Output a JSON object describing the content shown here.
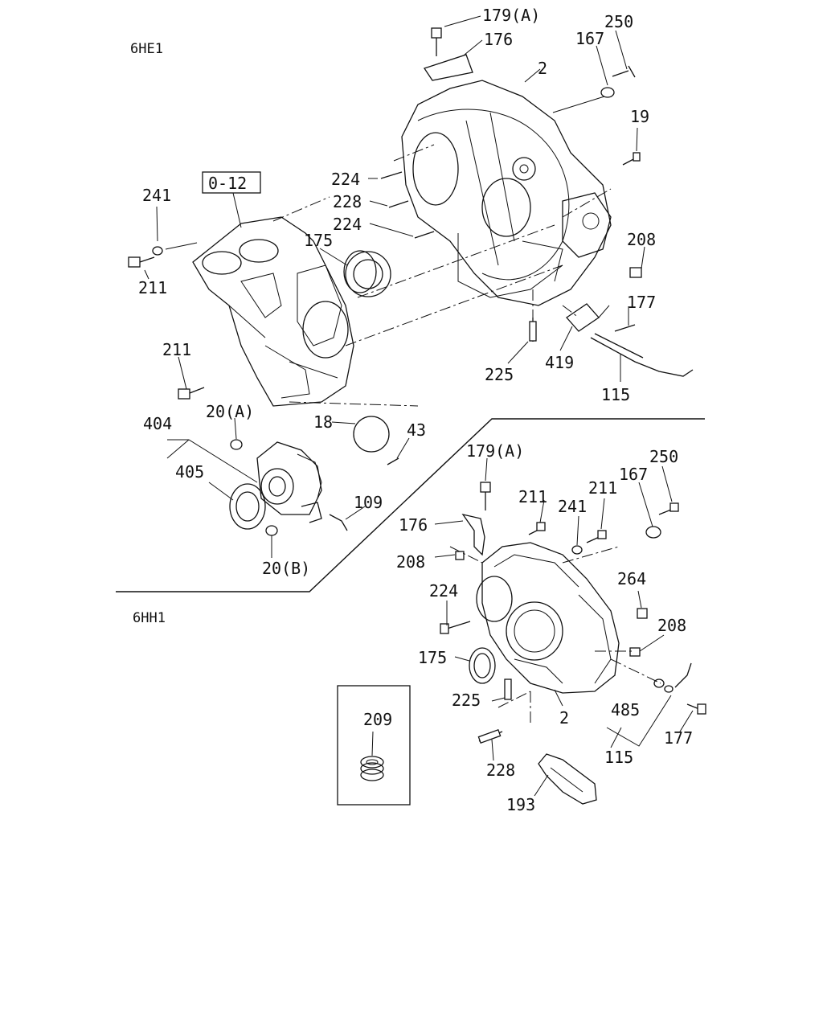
{
  "sections": {
    "upper": "6HE1",
    "lower": "6HH1"
  },
  "ref_box": "0-12",
  "labels": {
    "u_179a": "179(A)",
    "u_176": "176",
    "u_250": "250",
    "u_167": "167",
    "u_2": "2",
    "u_19": "19",
    "u_224a": "224",
    "u_228": "228",
    "u_224b": "224",
    "u_241": "241",
    "u_211a": "211",
    "u_175": "175",
    "u_208": "208",
    "u_177": "177",
    "u_225": "225",
    "u_419": "419",
    "u_115": "115",
    "u_211b": "211",
    "u_20a": "20(A)",
    "u_18": "18",
    "u_43": "43",
    "u_404": "404",
    "u_405": "405",
    "u_109": "109",
    "u_20b": "20(B)",
    "l_179a": "179(A)",
    "l_211a": "211",
    "l_211b": "211",
    "l_167": "167",
    "l_250": "250",
    "l_241": "241",
    "l_176": "176",
    "l_208a": "208",
    "l_264": "264",
    "l_224": "224",
    "l_208b": "208",
    "l_175": "175",
    "l_225": "225",
    "l_2": "2",
    "l_485": "485",
    "l_177": "177",
    "l_115": "115",
    "l_228": "228",
    "l_193": "193",
    "b_209": "209"
  }
}
